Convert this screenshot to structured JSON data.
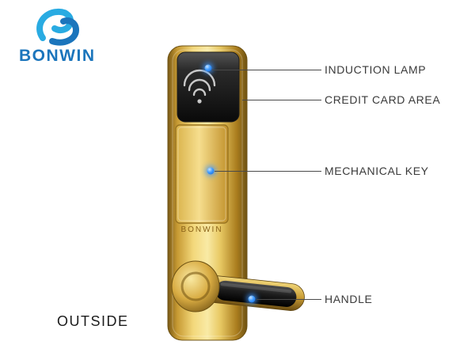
{
  "logo": {
    "brand": "BONWIN"
  },
  "lock": {
    "engraving": "BONWIN",
    "icons": {
      "card_reader": "wifi-arcs-icon"
    }
  },
  "annotations": {
    "induction_lamp": "INDUCTION LAMP",
    "credit_card_area": "CREDIT CARD AREA",
    "mechanical_key": "MECHANICAL KEY",
    "handle": "HANDLE"
  },
  "footer": {
    "side_label": "OUTSIDE"
  },
  "colors": {
    "logo_blue": "#1b75bc",
    "logo_light_blue": "#29abe2",
    "gold": "#d4a83c",
    "panel_black": "#151515",
    "marker_blue": "#2e8fff",
    "line_gray": "#4a4a4a"
  }
}
